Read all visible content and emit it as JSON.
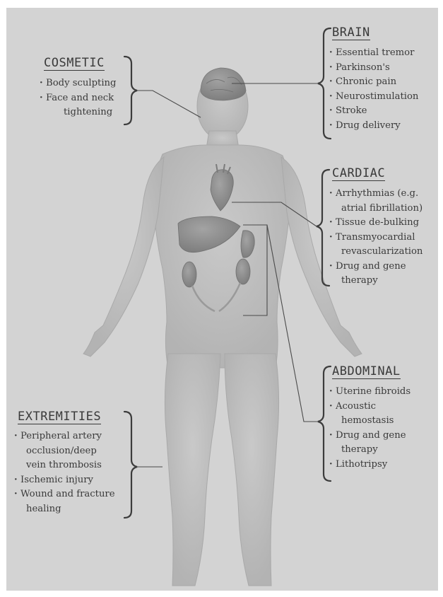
{
  "regions": {
    "cosmetic": {
      "title": "COSMETIC",
      "items": [
        "Body sculpting",
        "Face and neck",
        "tightening"
      ]
    },
    "brain": {
      "title": "BRAIN",
      "items": [
        "Essential tremor",
        "Parkinson's",
        "Chronic pain",
        "Neurostimulation",
        "Stroke",
        "Drug delivery"
      ]
    },
    "cardiac": {
      "title": "CARDIAC",
      "items": [
        "Arrhythmias (e.g.",
        "atrial fibrillation)",
        "Tissue de-bulking",
        "Transmyocardial",
        "revascularization",
        "Drug and gene",
        "therapy"
      ]
    },
    "abdominal": {
      "title": "ABDOMINAL",
      "items": [
        "Uterine fibroids",
        "Acoustic",
        "hemostasis",
        "Drug and gene",
        "therapy",
        "Lithotripsy"
      ]
    },
    "extremities": {
      "title": "EXTREMITIES",
      "items": [
        "Peripheral artery",
        "occlusion/deep",
        "vein thrombosis",
        "Ischemic injury",
        "Wound and fracture",
        "healing"
      ]
    }
  },
  "colors": {
    "background": "#d3d3d3",
    "body": "#bdbdbd",
    "organ": "#8e8e8e",
    "text": "#3a3a3a"
  }
}
